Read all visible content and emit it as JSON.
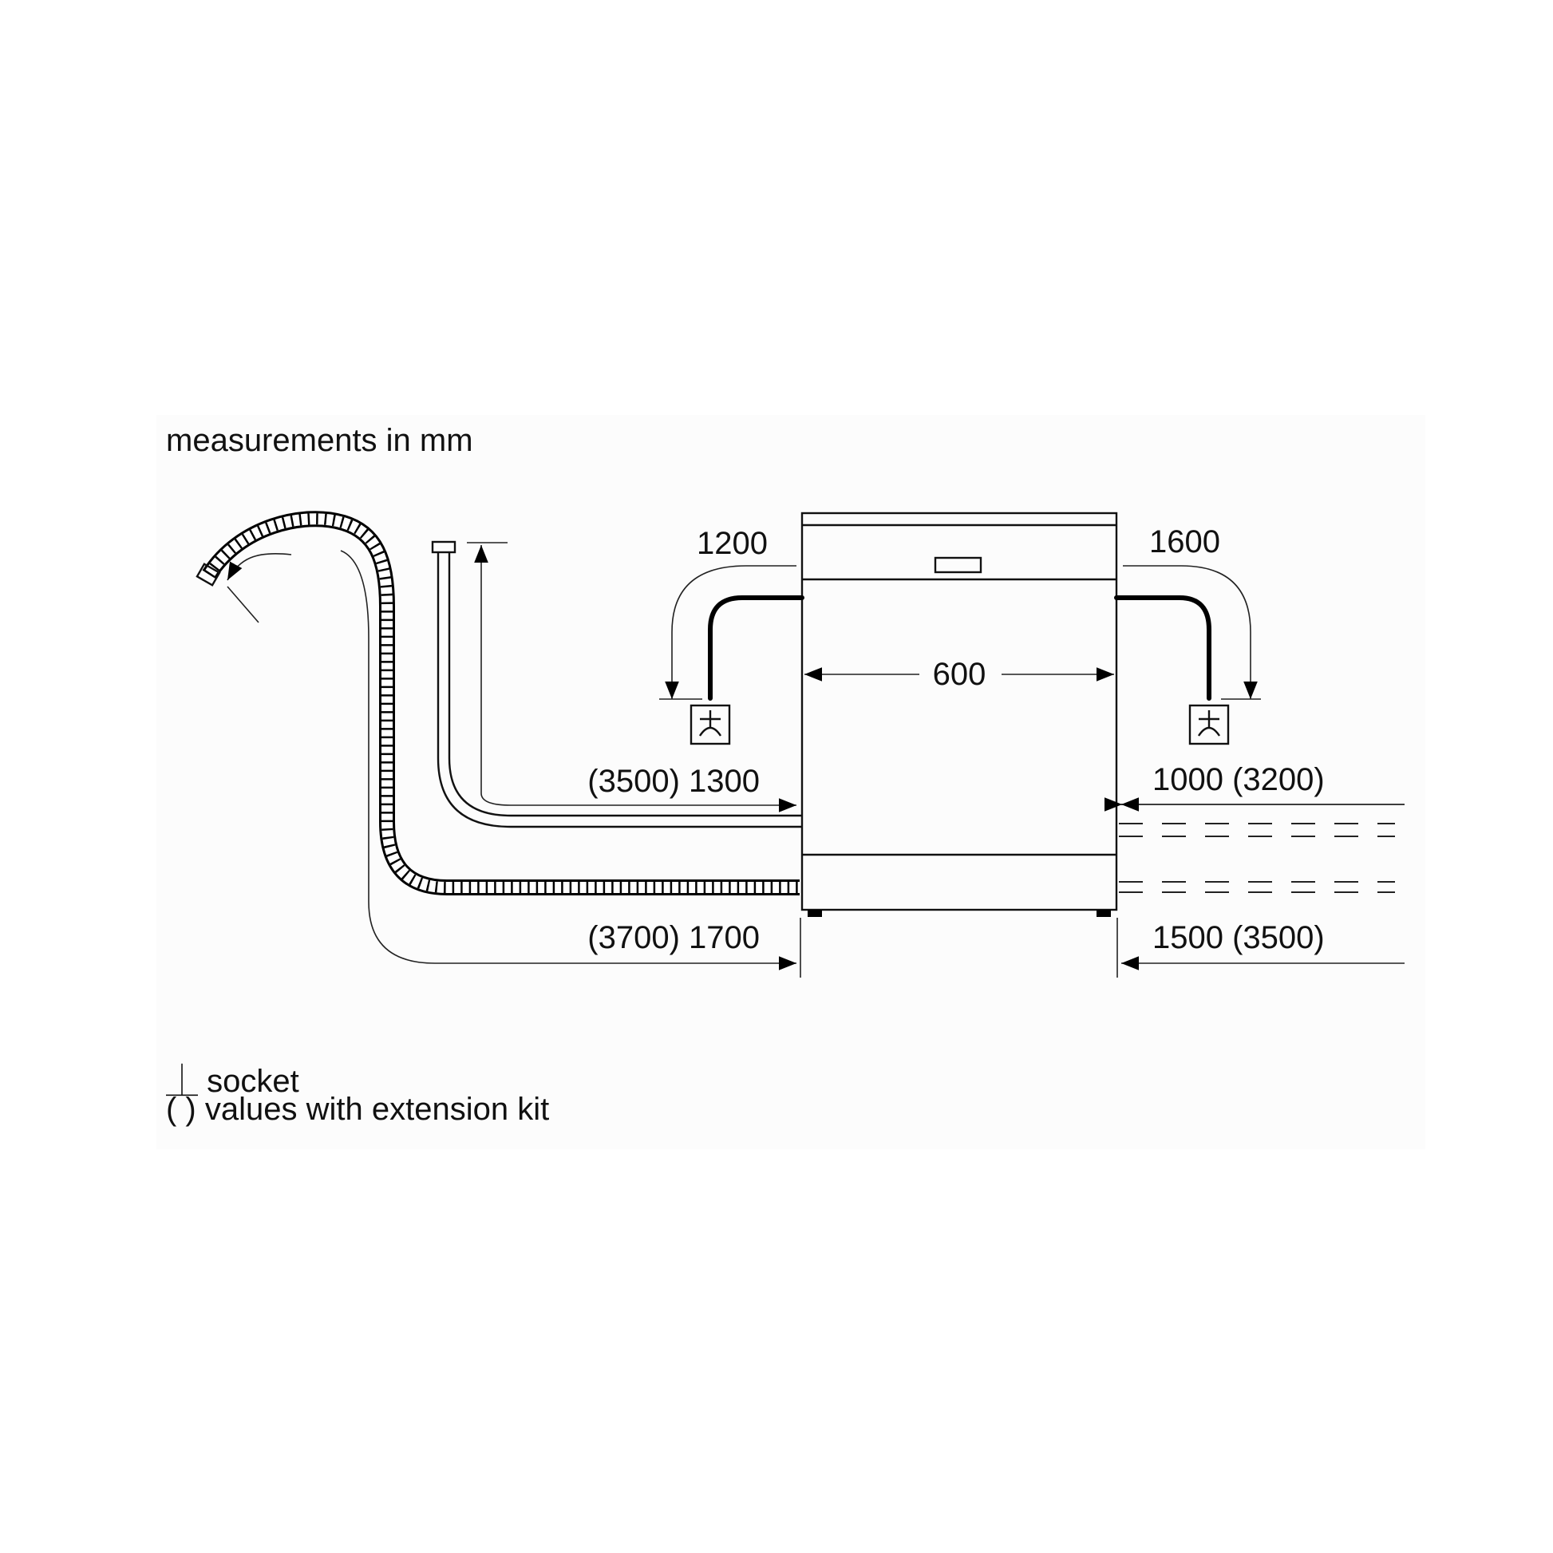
{
  "title": "measurements in mm",
  "dimensions": {
    "power_left": "1200",
    "power_right": "1600",
    "width": "600",
    "inlet_left": "(3500) 1300",
    "inlet_right": "1000 (3200)",
    "drain_left": "(3700) 1700",
    "drain_right": "1500 (3500)"
  },
  "legend": {
    "socket_symbol": "⏊",
    "socket_label": "socket",
    "ext_symbol": "( )",
    "ext_label": "values with extension kit"
  }
}
